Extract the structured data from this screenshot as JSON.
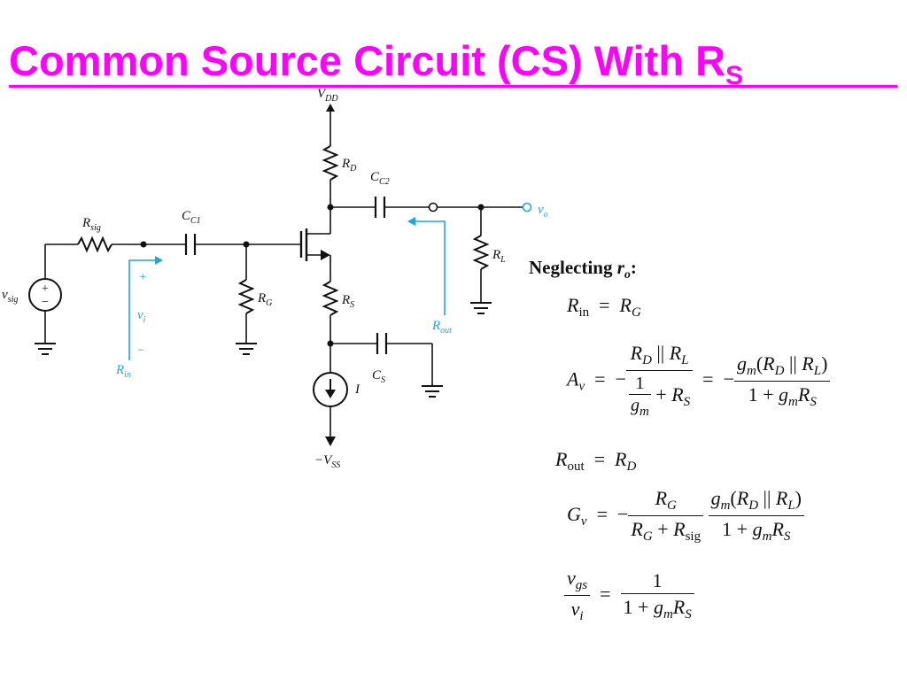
{
  "title": {
    "main": "Common Source Circuit (CS) With R",
    "sub": "S"
  },
  "circuit": {
    "vdd_label": "V",
    "vdd_sub": "DD",
    "vss_label": "−V",
    "vss_sub": "SS",
    "rd_label": "R",
    "rd_sub": "D",
    "rs_label": "R",
    "rs_sub": "S",
    "rg_label": "R",
    "rg_sub": "G",
    "rl_label": "R",
    "rl_sub": "L",
    "rsig_label": "R",
    "rsig_sub": "sig",
    "cc1_label": "C",
    "cc1_sub": "C1",
    "cc2_label": "C",
    "cc2_sub": "C2",
    "cs_label": "C",
    "cs_sub": "S",
    "vo_label": "v",
    "vo_sub": "o",
    "vsig_label": "v",
    "vsig_sub": "sig",
    "vi_label": "v",
    "vi_sub": "i",
    "i_label": "I",
    "rin_label": "R",
    "rin_sub": "in",
    "rout_label": "R",
    "rout_sub": "out",
    "plus": "+",
    "minus": "−"
  },
  "equations": {
    "neglecting": "Neglecting",
    "neglecting_var": "r",
    "neglecting_sub": "o",
    "neglecting_colon": ":"
  },
  "colors": {
    "title": "#ff00ff",
    "annotation": "#1ba8e0",
    "ink": "#111111"
  }
}
